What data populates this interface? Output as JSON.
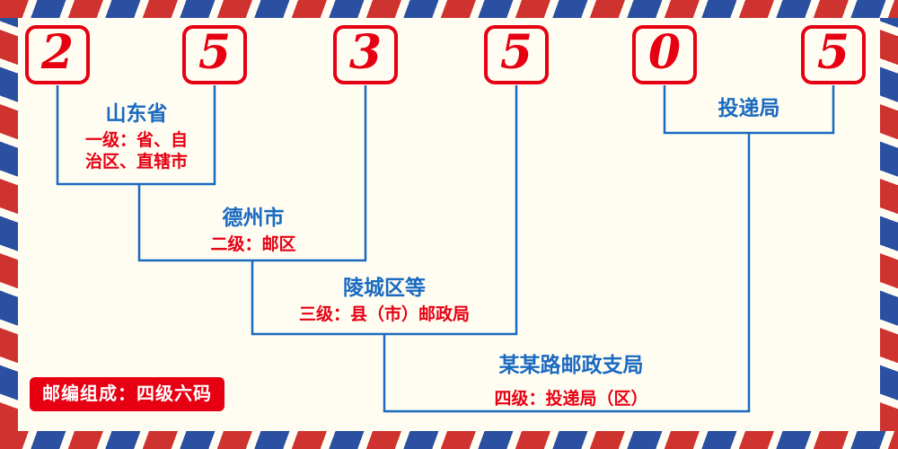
{
  "postal_code": {
    "digits": [
      "2",
      "5",
      "3",
      "5",
      "0",
      "5"
    ]
  },
  "levels": [
    {
      "place": "山东省",
      "desc": [
        "一级：省、自",
        "治区、直辖市"
      ]
    },
    {
      "place": "德州市",
      "desc": "二级：邮区"
    },
    {
      "place": "陵城区等",
      "desc": "三级：县（市）邮政局"
    },
    {
      "place": "某某路邮政支局",
      "desc": "四级：投递局（区）"
    },
    {
      "place": "投递局"
    }
  ],
  "footer": {
    "badge": "邮编组成：四级六码"
  },
  "colors": {
    "digit_red": "#e60012",
    "desc_red": "#e60012",
    "label_blue": "#1a6ac0",
    "line_blue": "#1a6ac0",
    "stripe_red": "#cf3330",
    "stripe_blue": "#2b50a1",
    "background": "#fffdf2"
  }
}
